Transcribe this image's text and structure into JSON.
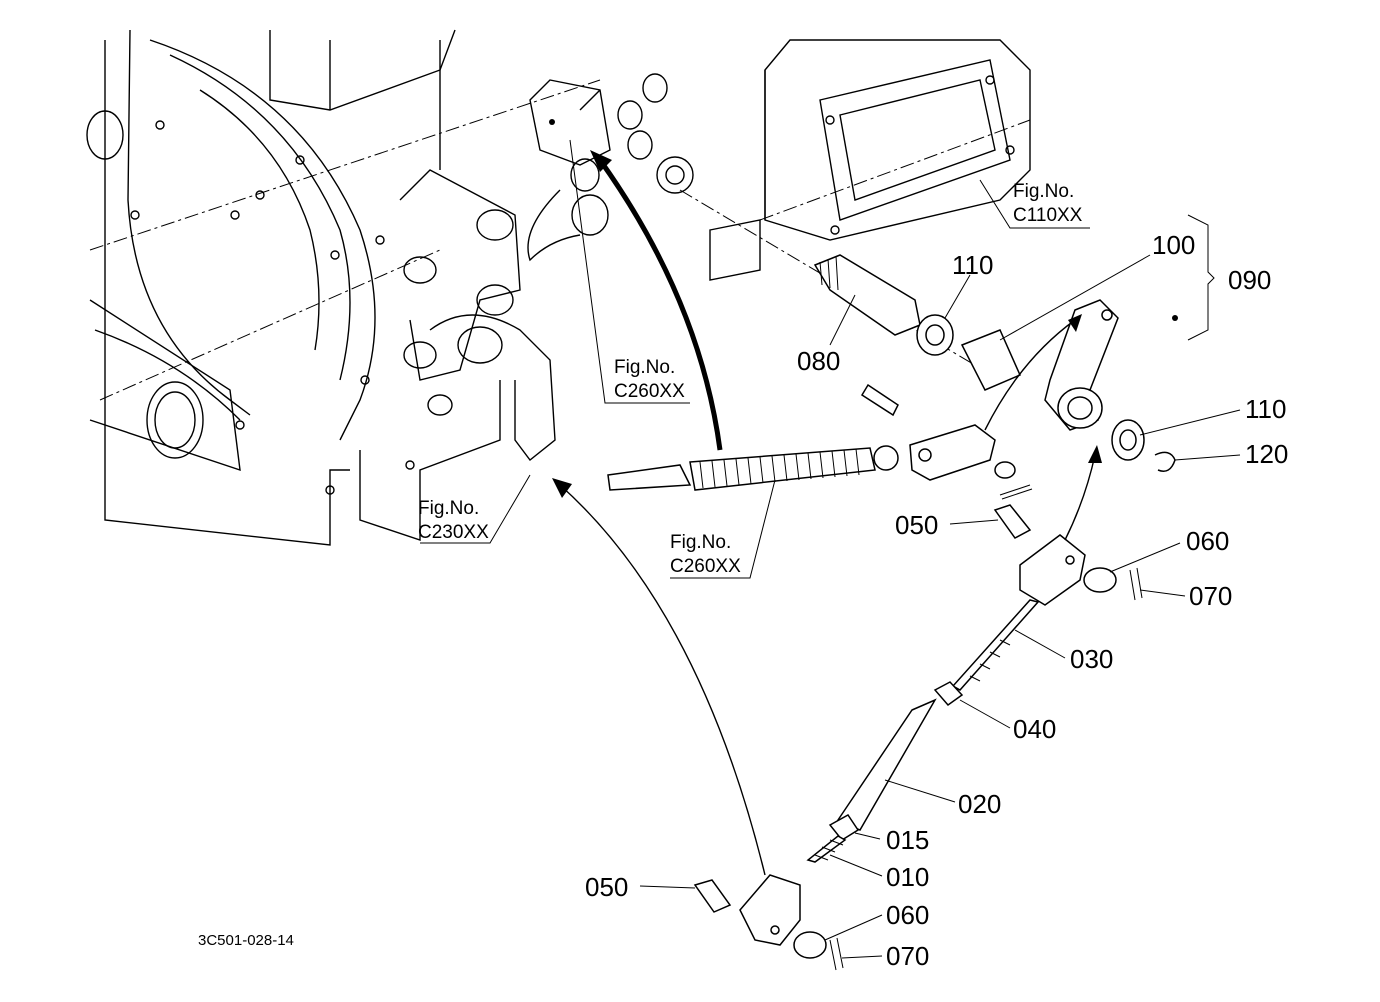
{
  "diagram_code": "3C501-028-14",
  "references": [
    {
      "id": "ref-c110",
      "prefix": "Fig.No.",
      "code": "C110XX"
    },
    {
      "id": "ref-c260-top",
      "prefix": "Fig.No.",
      "code": "C260XX"
    },
    {
      "id": "ref-c230",
      "prefix": "Fig.No.",
      "code": "C230XX"
    },
    {
      "id": "ref-c260-bottom",
      "prefix": "Fig.No.",
      "code": "C260XX"
    }
  ],
  "callouts": [
    {
      "id": "c100",
      "text": "100"
    },
    {
      "id": "c090",
      "text": "090"
    },
    {
      "id": "c110a",
      "text": "110"
    },
    {
      "id": "c080",
      "text": "080"
    },
    {
      "id": "c110b",
      "text": "110"
    },
    {
      "id": "c120",
      "text": "120"
    },
    {
      "id": "c050a",
      "text": "050"
    },
    {
      "id": "c060a",
      "text": "060"
    },
    {
      "id": "c070a",
      "text": "070"
    },
    {
      "id": "c030",
      "text": "030"
    },
    {
      "id": "c040",
      "text": "040"
    },
    {
      "id": "c020",
      "text": "020"
    },
    {
      "id": "c015",
      "text": "015"
    },
    {
      "id": "c010",
      "text": "010"
    },
    {
      "id": "c050b",
      "text": "050"
    },
    {
      "id": "c060b",
      "text": "060"
    },
    {
      "id": "c070b",
      "text": "070"
    }
  ]
}
